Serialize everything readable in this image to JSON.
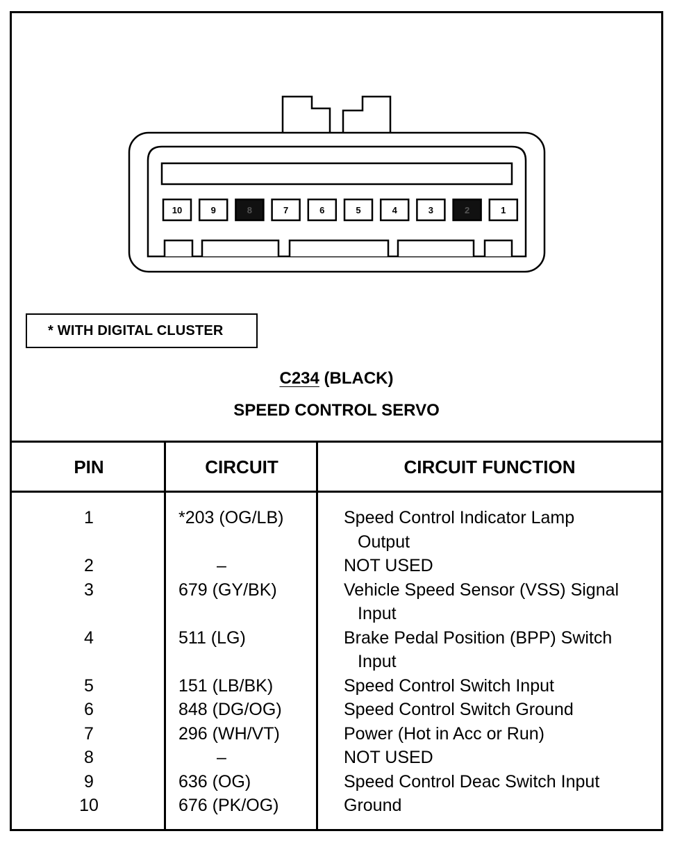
{
  "connector": {
    "pins": [
      {
        "label": "10",
        "filled": false
      },
      {
        "label": "9",
        "filled": false
      },
      {
        "label": "8",
        "filled": true
      },
      {
        "label": "7",
        "filled": false
      },
      {
        "label": "6",
        "filled": false
      },
      {
        "label": "5",
        "filled": false
      },
      {
        "label": "4",
        "filled": false
      },
      {
        "label": "3",
        "filled": false
      },
      {
        "label": "2",
        "filled": true
      },
      {
        "label": "1",
        "filled": false
      }
    ]
  },
  "note": "*  WITH DIGITAL CLUSTER",
  "connector_id": "C234",
  "connector_color": "(BLACK)",
  "connector_name": "SPEED CONTROL SERVO",
  "table": {
    "headers": {
      "pin": "PIN",
      "circuit": "CIRCUIT",
      "function": "CIRCUIT FUNCTION"
    },
    "rows": [
      {
        "pin": "1",
        "circuit": "*203 (OG/LB)",
        "function": [
          "Speed Control Indicator Lamp",
          "Output"
        ]
      },
      {
        "pin": "2",
        "circuit": "–",
        "function": [
          "NOT USED"
        ]
      },
      {
        "pin": "3",
        "circuit": "679 (GY/BK)",
        "function": [
          "Vehicle Speed Sensor (VSS) Signal",
          "Input"
        ]
      },
      {
        "pin": "4",
        "circuit": "511 (LG)",
        "function": [
          "Brake Pedal Position (BPP) Switch",
          "Input"
        ]
      },
      {
        "pin": "5",
        "circuit": "151 (LB/BK)",
        "function": [
          "Speed Control Switch Input"
        ]
      },
      {
        "pin": "6",
        "circuit": "848 (DG/OG)",
        "function": [
          "Speed Control Switch Ground"
        ]
      },
      {
        "pin": "7",
        "circuit": "296 (WH/VT)",
        "function": [
          "Power (Hot in Acc or Run)"
        ]
      },
      {
        "pin": "8",
        "circuit": "–",
        "function": [
          "NOT USED"
        ]
      },
      {
        "pin": "9",
        "circuit": "636 (OG)",
        "function": [
          "Speed Control Deac Switch Input"
        ]
      },
      {
        "pin": "10",
        "circuit": "676 (PK/OG)",
        "function": [
          "Ground"
        ]
      }
    ]
  }
}
